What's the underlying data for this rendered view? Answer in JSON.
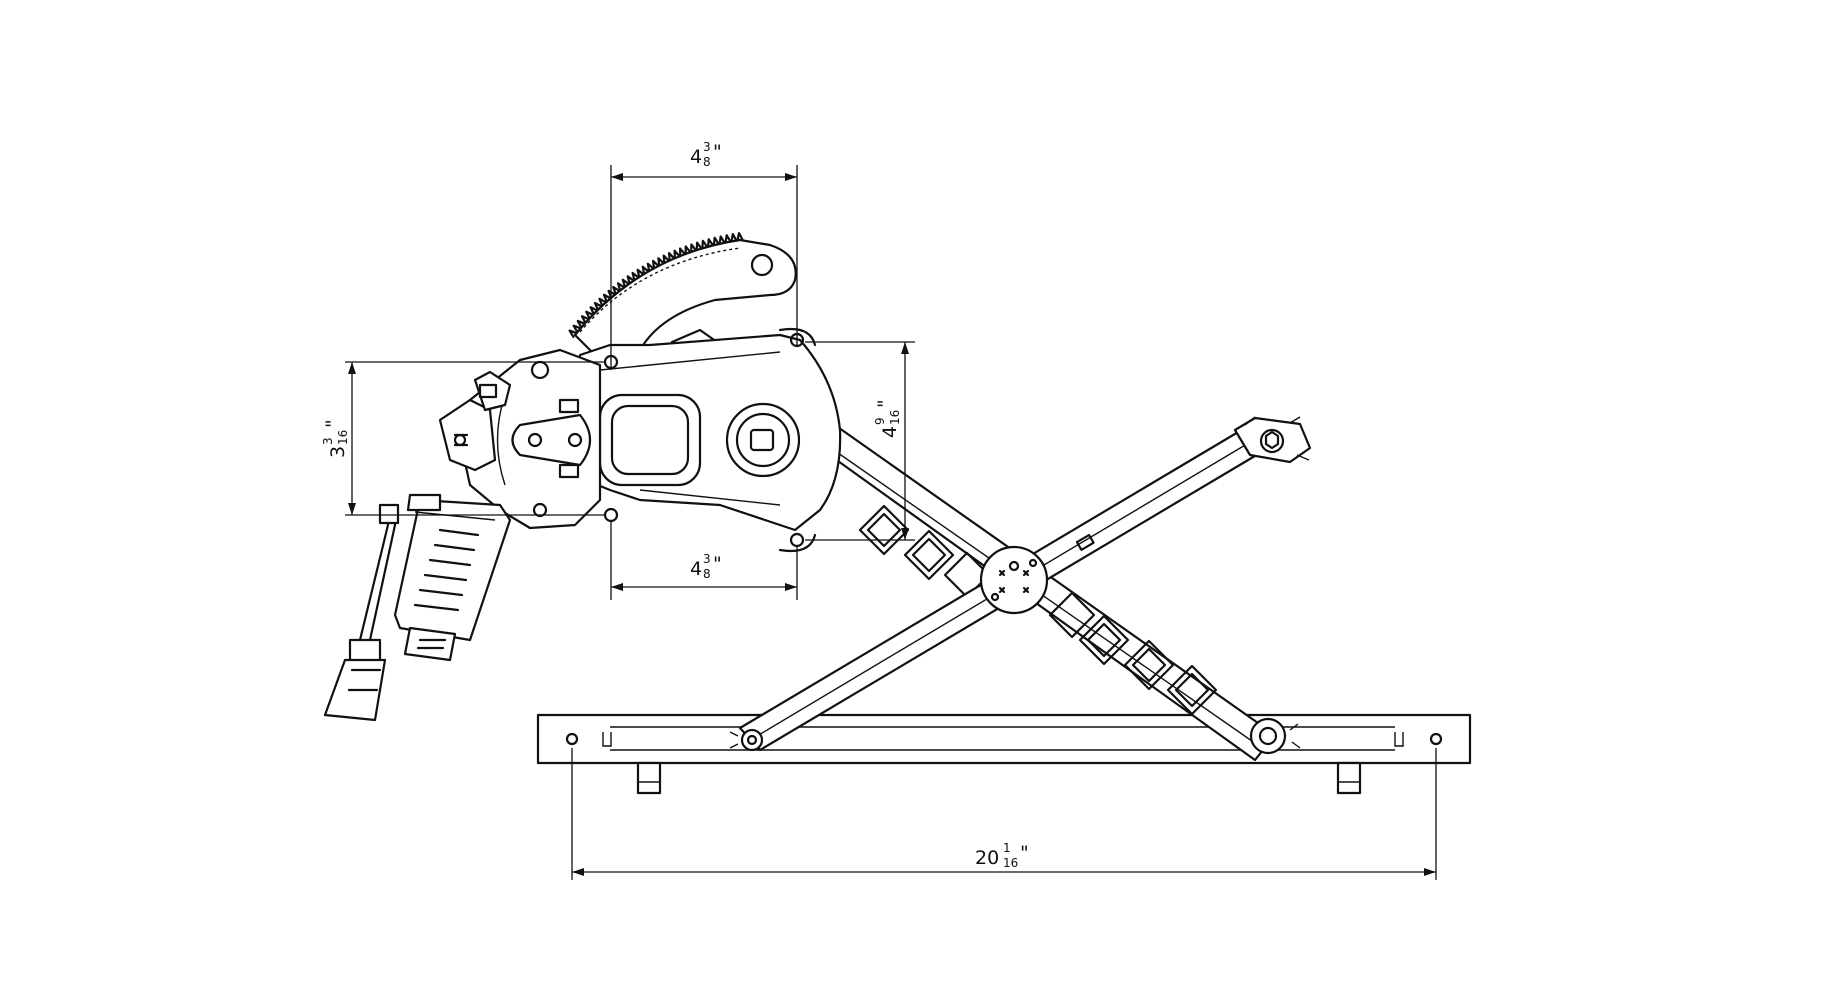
{
  "dimensions": {
    "sector_width": {
      "whole": "4",
      "num": "3",
      "den": "8",
      "unit": "\""
    },
    "bracket_width": {
      "whole": "4",
      "num": "3",
      "den": "8",
      "unit": "\""
    },
    "motor_height": {
      "whole": "3",
      "num": "3",
      "den": "16",
      "unit": "\""
    },
    "bracket_height": {
      "whole": "4",
      "num": "9",
      "den": "16",
      "unit": "\""
    },
    "rail_length": {
      "whole": "20",
      "num": "1",
      "den": "16",
      "unit": "\""
    }
  },
  "colors": {
    "line": "#111111",
    "background": "#ffffff"
  }
}
